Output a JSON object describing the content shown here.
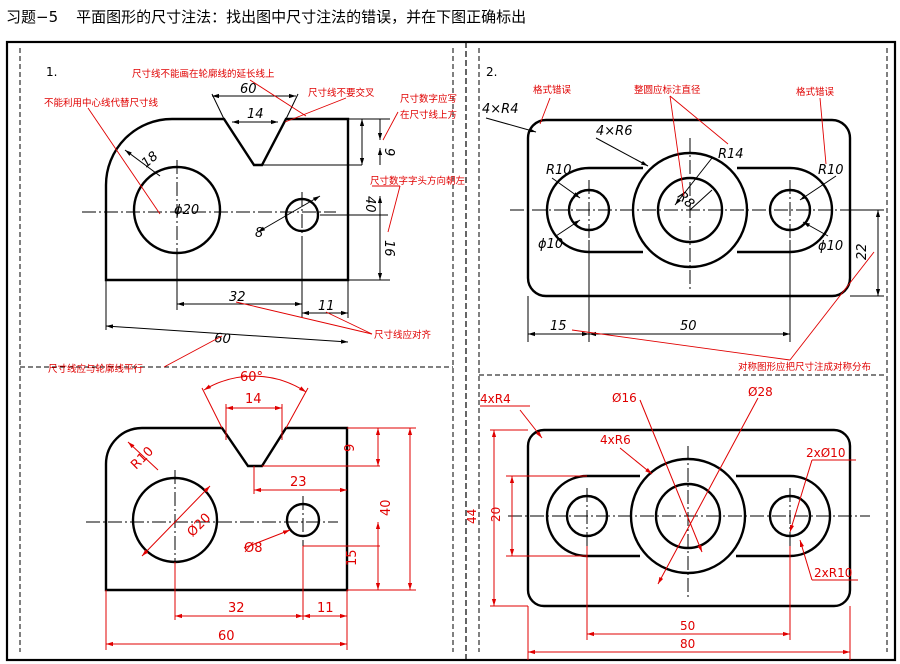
{
  "header": {
    "title": "习题−5",
    "subtitle": "平面图形的尺寸注法：找出图中尺寸注法的错误，并在下图正确标出"
  },
  "panels": {
    "left_index": "1.",
    "right_index": "2."
  },
  "left_top": {
    "notes": {
      "ext_line": "尺寸线不能画在轮廓线的延长线上",
      "center_line": "不能利用中心线代替尺寸线",
      "no_cross": "尺寸线不要交叉",
      "num_above1": "尺寸数字应写",
      "num_above2": "在尺寸线上方",
      "num_dir": "尺寸数字字头方向朝左",
      "align": "尺寸线应对齐",
      "parallel": "尺寸线应与轮廓线平行"
    },
    "dims": {
      "d60a": "60",
      "d14": "14",
      "d9": "9",
      "d18": "18",
      "d20": "ϕ20",
      "d8": "8",
      "d40": "40",
      "d16": "16",
      "d32": "32",
      "d11": "11",
      "d60b": "60"
    }
  },
  "left_bottom": {
    "dims": {
      "ang": "60°",
      "d14": "14",
      "r10": "R10",
      "d9": "9",
      "d23": "23",
      "d20": "Ø20",
      "d8": "Ø8",
      "d40": "40",
      "d15": "15",
      "d32": "32",
      "d11": "11",
      "d60": "60"
    }
  },
  "right_top": {
    "notes": {
      "fmt1": "格式错误",
      "fmt2": "格式错误",
      "full": "整圆应标注直径",
      "sym": "对称图形应把尺寸注成对称分布"
    },
    "dims": {
      "r4": "4×R4",
      "r6": "4×R6",
      "r10a": "R10",
      "r14": "R14",
      "r8": "R8",
      "r10b": "R10",
      "phi10a": "ϕ10",
      "phi10b": "ϕ10",
      "d22": "22",
      "d15": "15",
      "d50": "50"
    }
  },
  "right_bottom": {
    "dims": {
      "r4": "4xR4",
      "phi16": "Ø16",
      "phi28": "Ø28",
      "r6": "4xR6",
      "phi10": "2xØ10",
      "r10": "2xR10",
      "d44": "44",
      "d20": "20",
      "d50": "50",
      "d80": "80"
    }
  }
}
